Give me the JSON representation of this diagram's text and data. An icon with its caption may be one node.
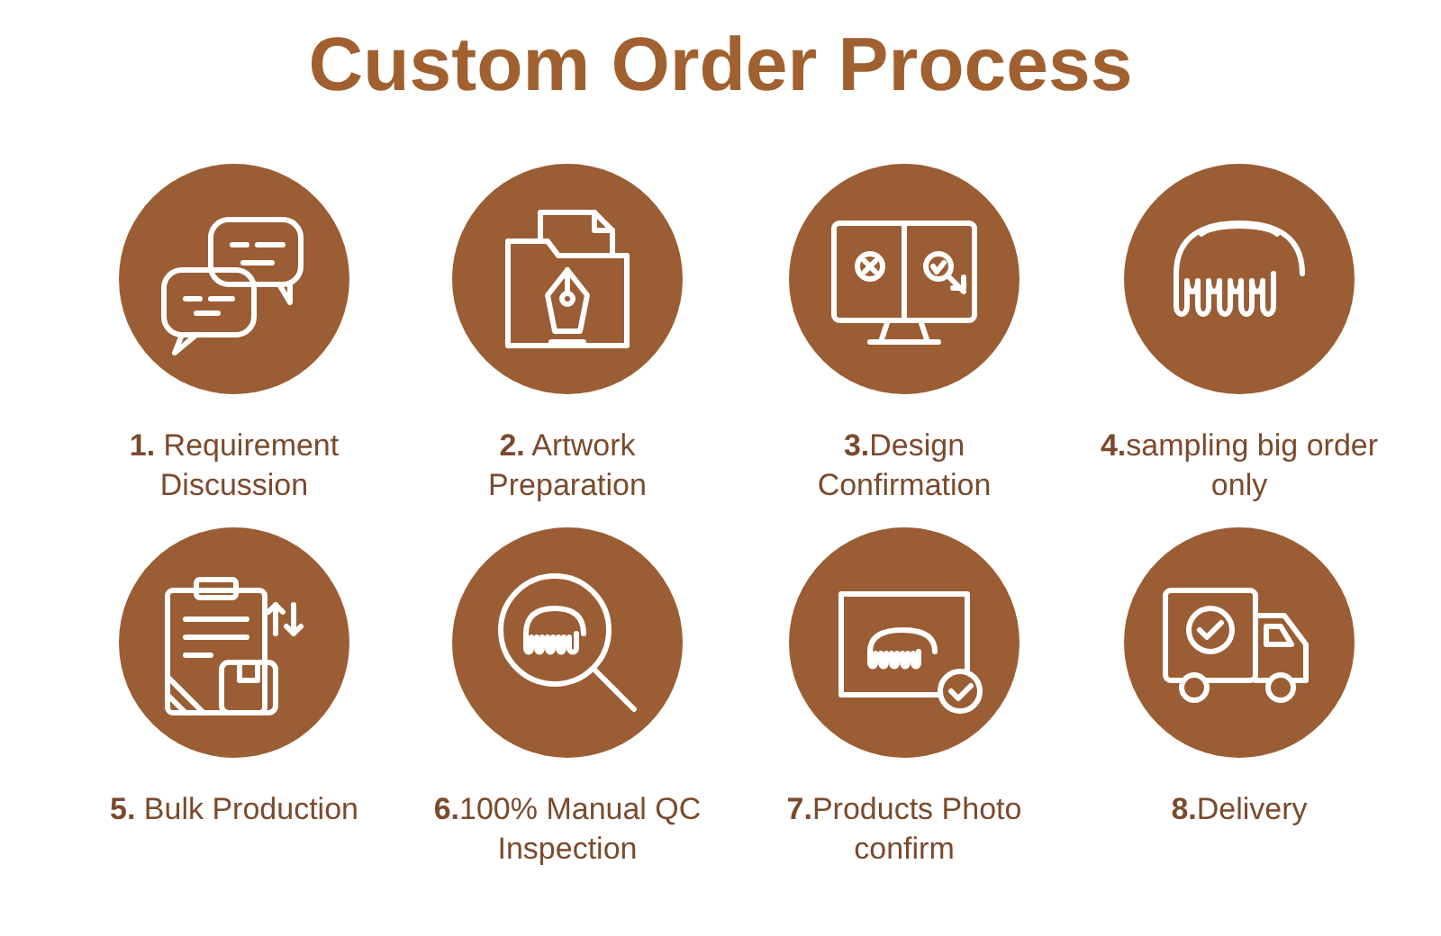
{
  "diagram": {
    "title": "Custom Order Process",
    "labels": [
      "**1.** Requirement Discussion",
      "**2.** Artwork Preparation",
      "**3.**Design Confirmation",
      "**4.**sampling big order only",
      "**5.** Bulk Production",
      "**6.**100% Manual QC Inspection",
      "**7.**Products Photo confirm",
      "**8.**Delivery"
    ]
  }
}
